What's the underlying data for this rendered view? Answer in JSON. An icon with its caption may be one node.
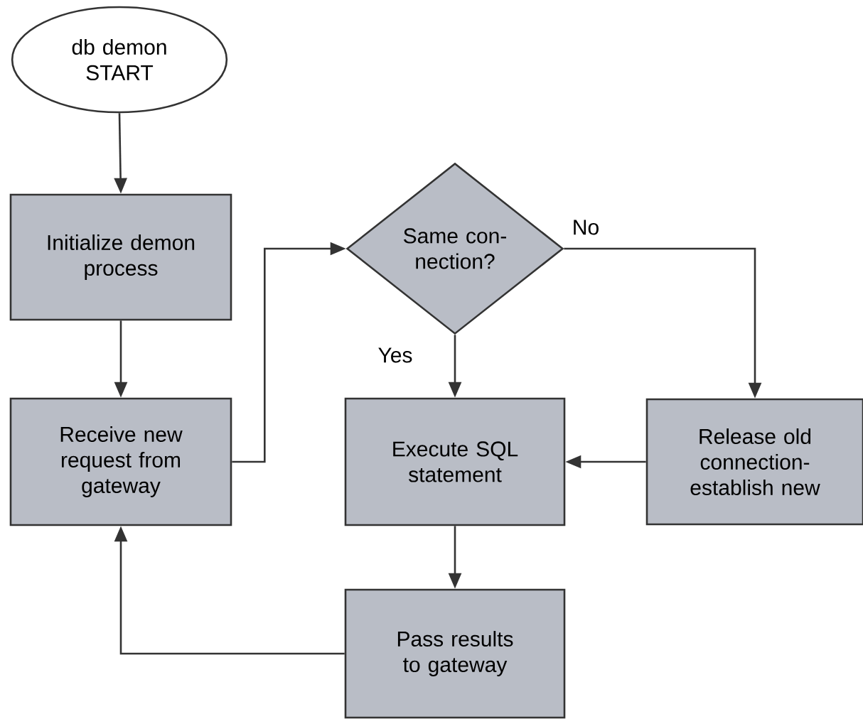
{
  "diagram": {
    "nodes": [
      {
        "text": [
          "db demon START"
        ]
      },
      {
        "text": [
          "Initialize demon process"
        ]
      },
      {
        "text": [
          "Receive new request from gateway"
        ]
      },
      {
        "text": [
          "Same con- nection?"
        ]
      },
      {
        "text": [
          "Execute SQL statement"
        ]
      },
      {
        "text": [
          "Release old connection- establish new"
        ]
      },
      {
        "text": [
          "Pass results to gateway"
        ]
      }
    ],
    "edges": [
      {
        "from": 0,
        "to": 1,
        "arrow": "to"
      },
      {
        "from": 1,
        "to": 2,
        "arrow": "to"
      },
      {
        "from": 2,
        "to": 3,
        "arrow": "to"
      },
      {
        "from": 3,
        "to": 4,
        "arrow": "to",
        "label": "Yes"
      },
      {
        "from": 3,
        "to": 5,
        "arrow": "to",
        "label": "No"
      },
      {
        "from": 5,
        "to": 4,
        "arrow": "to"
      },
      {
        "from": 4,
        "to": 6,
        "arrow": "to"
      },
      {
        "from": 6,
        "to": 2,
        "arrow": "to"
      }
    ]
  }
}
